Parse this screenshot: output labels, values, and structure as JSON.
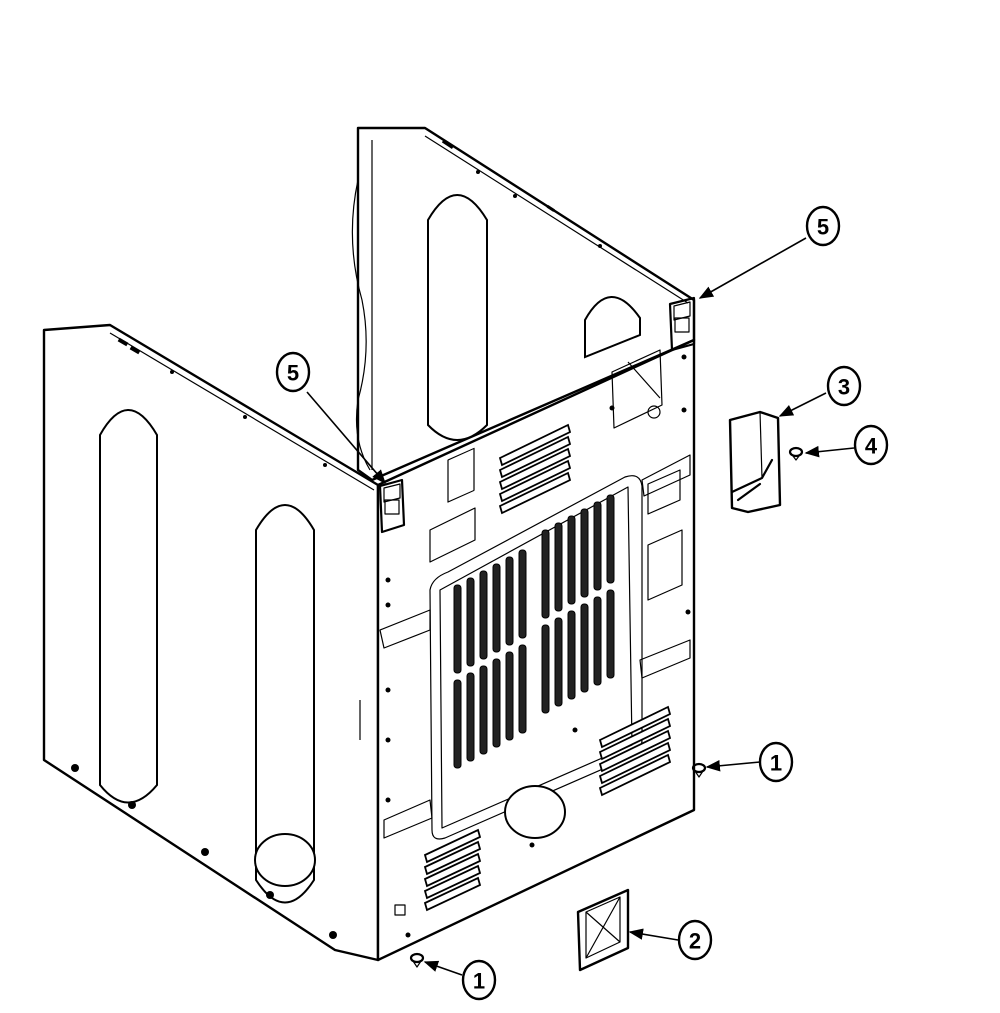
{
  "callouts": [
    {
      "id": "callout-5-top-right",
      "label": "5"
    },
    {
      "id": "callout-5-left",
      "label": "5"
    },
    {
      "id": "callout-3",
      "label": "3"
    },
    {
      "id": "callout-4",
      "label": "4"
    },
    {
      "id": "callout-1-right",
      "label": "1"
    },
    {
      "id": "callout-2",
      "label": "2"
    },
    {
      "id": "callout-1-bottom",
      "label": "1"
    }
  ]
}
